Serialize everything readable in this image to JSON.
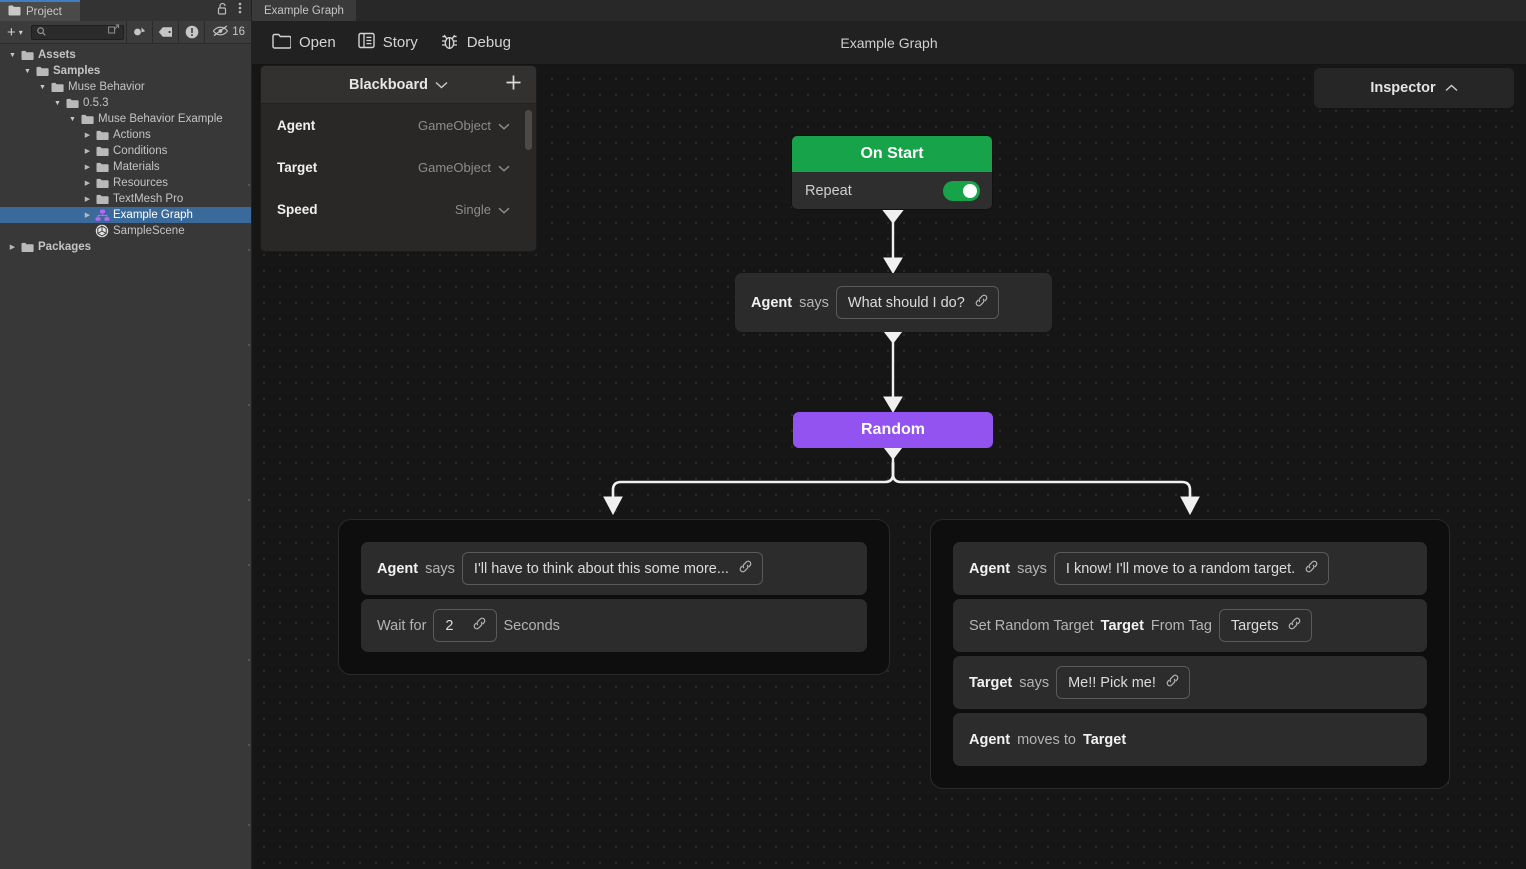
{
  "project_panel": {
    "tab": {
      "label": "Project",
      "icon": "folder-icon"
    },
    "lock_icon": "lock-open-icon",
    "menu_icon": "kebab-menu-icon",
    "toolbar": {
      "add_label": "+",
      "add_caret": "▾",
      "search_placeholder": "",
      "search_value": "",
      "search_icon": "search-icon",
      "expand_icon": "expand-search-icon",
      "favorites_icon": "favorites-icon",
      "label_icon": "label-tag-icon",
      "warning_icon": "warning-icon",
      "hidden_icon": "eye-slash-icon",
      "hidden_count": "16"
    },
    "tree": [
      {
        "label": "Assets",
        "depth": 0,
        "arrow": "open",
        "icon": "folder-icon",
        "selected": false
      },
      {
        "label": "Samples",
        "depth": 1,
        "arrow": "open",
        "icon": "folder-icon",
        "selected": false
      },
      {
        "label": "Muse Behavior",
        "depth": 2,
        "arrow": "open",
        "icon": "folder-icon",
        "selected": false
      },
      {
        "label": "0.5.3",
        "depth": 3,
        "arrow": "open",
        "icon": "folder-icon",
        "selected": false
      },
      {
        "label": "Muse Behavior Example",
        "depth": 4,
        "arrow": "open",
        "icon": "folder-icon",
        "selected": false
      },
      {
        "label": "Actions",
        "depth": 5,
        "arrow": "closed",
        "icon": "folder-icon",
        "selected": false
      },
      {
        "label": "Conditions",
        "depth": 5,
        "arrow": "closed",
        "icon": "folder-icon",
        "selected": false
      },
      {
        "label": "Materials",
        "depth": 5,
        "arrow": "closed",
        "icon": "folder-icon",
        "selected": false
      },
      {
        "label": "Resources",
        "depth": 5,
        "arrow": "closed",
        "icon": "folder-icon",
        "selected": false
      },
      {
        "label": "TextMesh Pro",
        "depth": 5,
        "arrow": "closed",
        "icon": "folder-icon",
        "selected": false
      },
      {
        "label": "Example Graph",
        "depth": 5,
        "arrow": "closed",
        "icon": "behavior-graph-icon",
        "selected": true
      },
      {
        "label": "SampleScene",
        "depth": 5,
        "arrow": "blank",
        "icon": "unity-scene-icon",
        "selected": false
      },
      {
        "label": "Packages",
        "depth": 0,
        "arrow": "closed",
        "icon": "folder-icon",
        "selected": false
      }
    ]
  },
  "editor": {
    "tab_label": "Example Graph",
    "title": "Example Graph",
    "toolbar": [
      {
        "label": "Open",
        "icon": "folder-icon"
      },
      {
        "label": "Story",
        "icon": "story-document-icon"
      },
      {
        "label": "Debug",
        "icon": "bug-icon"
      }
    ],
    "inspector": {
      "label": "Inspector",
      "chevron": "chevron-up-icon"
    }
  },
  "blackboard": {
    "title": "Blackboard",
    "chevron": "chevron-down-icon",
    "add_icon": "plus-icon",
    "variables": [
      {
        "name": "Agent",
        "type": "GameObject"
      },
      {
        "name": "Target",
        "type": "GameObject"
      },
      {
        "name": "Speed",
        "type": "Single"
      }
    ]
  },
  "graph": {
    "on_start": {
      "title": "On Start",
      "repeat_label": "Repeat",
      "repeat_on": true,
      "color": "#16a34a"
    },
    "say_top": {
      "subject": "Agent",
      "verb": "says",
      "value": "What should I do?",
      "link_icon": "link-icon"
    },
    "random": {
      "title": "Random",
      "color": "#9353f0"
    },
    "branch_left": [
      {
        "type": "say",
        "subject": "Agent",
        "verb": "says",
        "value": "I'll have to think about this some more...",
        "link_icon": "link-icon"
      },
      {
        "type": "wait",
        "prefix": "Wait for",
        "value": "2",
        "suffix": "Seconds",
        "link_icon": "link-icon"
      }
    ],
    "branch_right": [
      {
        "type": "say",
        "subject": "Agent",
        "verb": "says",
        "value": "I know! I'll move to a random target.",
        "link_icon": "link-icon"
      },
      {
        "type": "set-random-target",
        "prefix": "Set Random Target",
        "subject": "Target",
        "mid": "From Tag",
        "value": "Targets",
        "link_icon": "link-icon"
      },
      {
        "type": "say",
        "subject": "Target",
        "verb": "says",
        "value": "Me!! Pick me!",
        "link_icon": "link-icon"
      },
      {
        "type": "move",
        "subject": "Agent",
        "verb": "moves to",
        "object": "Target"
      }
    ]
  }
}
